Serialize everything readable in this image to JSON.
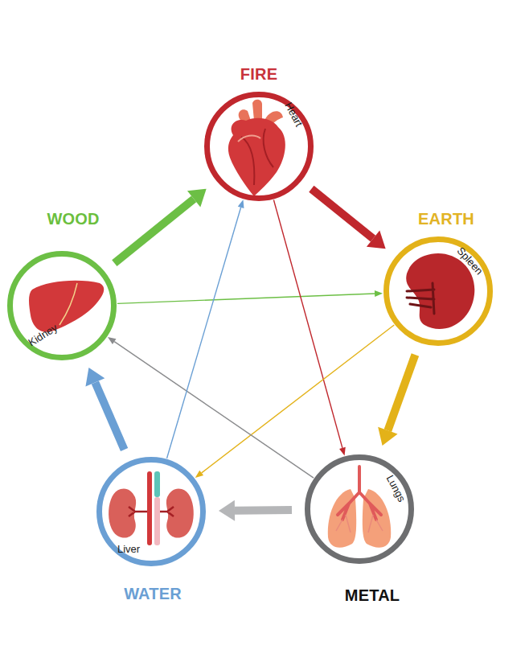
{
  "diagram": {
    "nodes": [
      {
        "text": [
          "FIRE",
          "Heart"
        ]
      },
      {
        "text": [
          "EARTH",
          "Spleen"
        ]
      },
      {
        "text": [
          "METAL",
          "Lungs"
        ]
      },
      {
        "text": [
          "WATER",
          "Liver"
        ]
      },
      {
        "text": [
          "WOOD",
          "Kidney"
        ]
      }
    ],
    "edges": [
      {
        "from": 4,
        "to": 0,
        "arrow": "to"
      },
      {
        "from": 0,
        "to": 1,
        "arrow": "to"
      },
      {
        "from": 1,
        "to": 2,
        "arrow": "to"
      },
      {
        "from": 2,
        "to": 3,
        "arrow": "to"
      },
      {
        "from": 3,
        "to": 4,
        "arrow": "to"
      },
      {
        "from": 4,
        "to": 1,
        "arrow": "to"
      },
      {
        "from": 0,
        "to": 2,
        "arrow": "to"
      },
      {
        "from": 1,
        "to": 3,
        "arrow": "to"
      },
      {
        "from": 2,
        "to": 4,
        "arrow": "to"
      },
      {
        "from": 3,
        "to": 0,
        "arrow": "to"
      }
    ]
  }
}
